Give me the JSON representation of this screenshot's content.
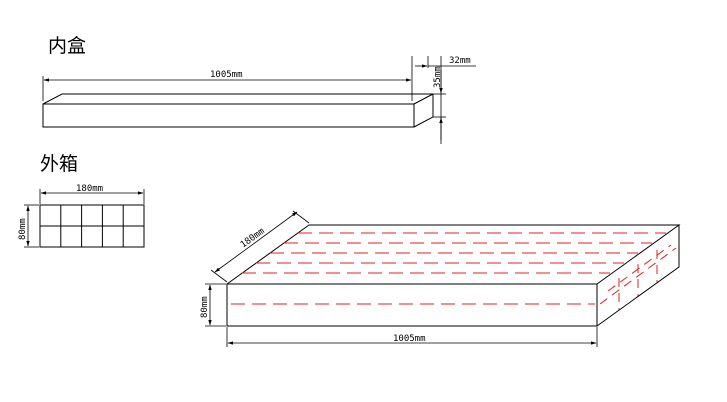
{
  "inner_box": {
    "title": "内盒",
    "length_label": "1005mm",
    "height_label": "35mm",
    "width_label": "32mm"
  },
  "outer_box": {
    "title": "外箱",
    "end_width_label": "180mm",
    "end_height_label": "80mm",
    "depth_label": "180mm",
    "front_height_label": "80mm",
    "length_label": "1005mm",
    "end_grid": {
      "rows": 2,
      "cols": 5
    }
  },
  "colors": {
    "line": "#000000",
    "dash": "#e02020"
  }
}
